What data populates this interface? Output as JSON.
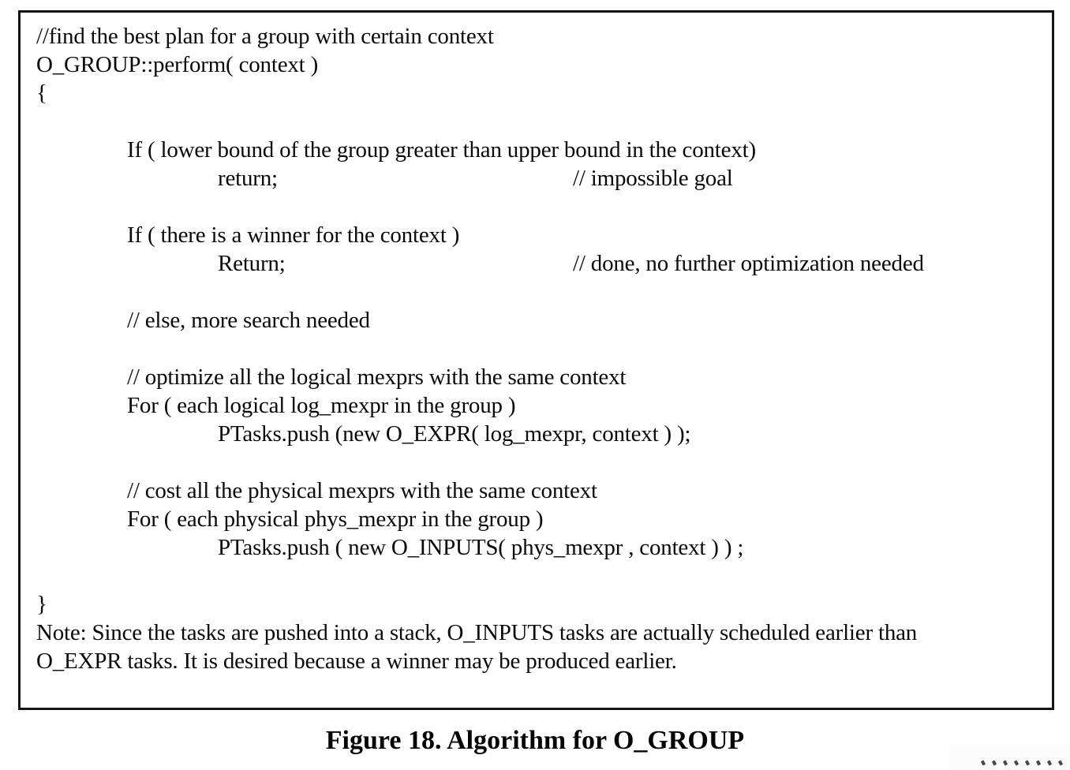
{
  "figure": {
    "type": "pseudocode",
    "border_color": "#141414",
    "text_color": "#0a0a0a",
    "caption": "Figure 18. Algorithm for O_GROUP",
    "lines": [
      {
        "indent": 0,
        "text": "//find the best plan for a group with certain context"
      },
      {
        "indent": 0,
        "text": "O_GROUP::perform( context )"
      },
      {
        "indent": 0,
        "text": "{"
      },
      {
        "blank": true
      },
      {
        "indent": 1,
        "text": "If ( lower bound of the group greater than upper bound in the context)"
      },
      {
        "indent": 2,
        "text": "return;",
        "comment": "// impossible goal"
      },
      {
        "blank": true
      },
      {
        "indent": 1,
        "text": "If ( there is a winner for the context )"
      },
      {
        "indent": 2,
        "text": "Return;",
        "comment": "// done, no further optimization needed"
      },
      {
        "blank": true
      },
      {
        "indent": 1,
        "text": "// else, more search needed"
      },
      {
        "blank": true
      },
      {
        "indent": 1,
        "text": "// optimize all the logical mexprs with the same context"
      },
      {
        "indent": 1,
        "text": "For ( each logical log_mexpr in the group )"
      },
      {
        "indent": 2,
        "text": "PTasks.push (new O_EXPR( log_mexpr, context ) );"
      },
      {
        "blank": true
      },
      {
        "indent": 1,
        "text": "// cost all the physical mexprs with the same context"
      },
      {
        "indent": 1,
        "text": "For ( each physical phys_mexpr in the group )"
      },
      {
        "indent": 2,
        "text": "PTasks.push ( new O_INPUTS( phys_mexpr , context ) ) ;"
      },
      {
        "blank": true
      },
      {
        "indent": 0,
        "text": "}"
      },
      {
        "indent": 0,
        "text": "Note: Since the tasks are pushed into a stack, O_INPUTS tasks are actually scheduled earlier than"
      },
      {
        "indent": 0,
        "text": "O_EXPR tasks. It is desired because a winner may be produced earlier."
      }
    ]
  }
}
